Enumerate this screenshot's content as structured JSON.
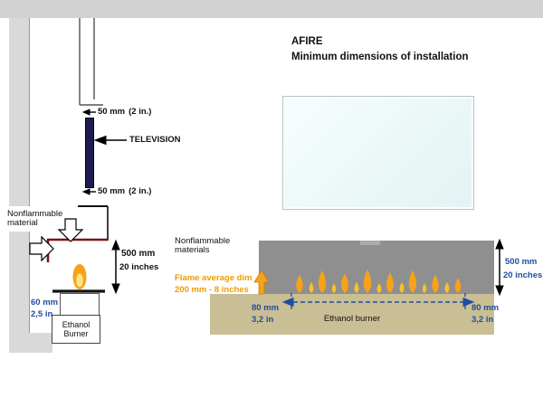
{
  "slide": {
    "title": "AFIRE",
    "subtitle": "Minimum dimensions of installation"
  },
  "left_section": {
    "top_gap_value": "50 mm",
    "top_gap_unit": "(2 in.)",
    "tv_label": "TELEVISION",
    "bottom_gap_value": "50 mm",
    "bottom_gap_unit": "(2 in.)",
    "wall_note_line1": "Nonflammable",
    "wall_note_line2": "material",
    "recess_value": "500 mm",
    "recess_unit": "20 inches",
    "offset_value": "60 mm",
    "offset_unit": "2,5 in",
    "burner_label_line1": "Ethanol",
    "burner_label_line2": "Burner"
  },
  "right_section": {
    "materials_line1": "Nonflammable",
    "materials_line2": "materials",
    "flame_dim_line1": "Flame average dim",
    "flame_dim_line2": "200 mm - 8 inches",
    "left_margin_value": "80 mm",
    "left_margin_unit": "3,2 in",
    "right_margin_value": "80 mm",
    "right_margin_unit": "3,2 in",
    "burner_label": "Ethanol burner",
    "height_value": "500 mm",
    "height_unit": "20 inches"
  },
  "colors": {
    "dimension_blue": "#1f4e9e",
    "flame_orange": "#f6a21a",
    "flame_yellow": "#fbc02d",
    "wall_gray_light": "#d9d9d9",
    "wall_gray_dark": "#8f8f8f",
    "base_tan": "#cabe94",
    "tv_navy": "#1c1c52",
    "recess_red": "#7b1216"
  }
}
